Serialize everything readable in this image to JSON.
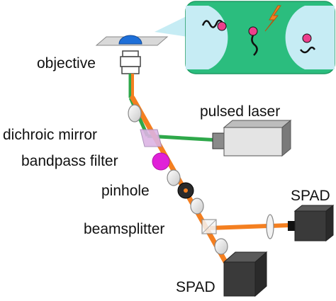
{
  "labels": {
    "objective": "objective",
    "pulsed_laser": "pulsed laser",
    "dichroic_mirror": "dichroic mirror",
    "bandpass_filter": "bandpass filter",
    "pinhole": "pinhole",
    "beamsplitter": "beamsplitter",
    "spad_right": "SPAD",
    "spad_bottom": "SPAD"
  },
  "colors": {
    "excitation_beam": "#2ea84a",
    "emission_beam": "#f47f20",
    "inset_background": "#2bbd7e",
    "inset_bubble": "#c6ecf4",
    "fluorophore": "#ec3f8c",
    "filter": "#e020d8",
    "dichroic": "#dcb4e4",
    "detector_body": "#3a3a3a",
    "objective_lens": "#1e6fd8"
  },
  "icons": {
    "excitation_photon": "lightning-bolt-icon"
  }
}
